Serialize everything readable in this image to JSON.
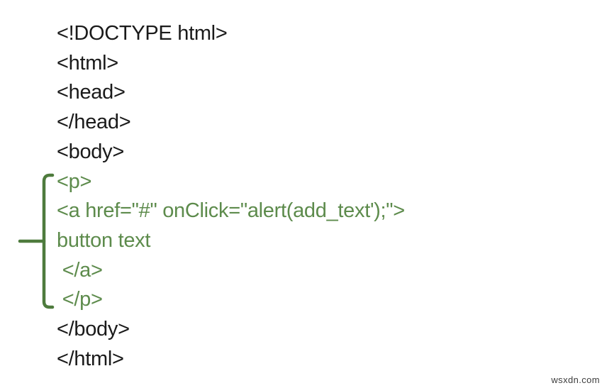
{
  "colors": {
    "background": "#ffffff",
    "code_text": "#1a1a1a",
    "highlight_green": "#5d8b4c",
    "brace_green": "#4e7b3d",
    "watermark": "#3d3d3d"
  },
  "code": {
    "lines": [
      {
        "text": "<!DOCTYPE html>",
        "color": "black"
      },
      {
        "text": "<html>",
        "color": "black"
      },
      {
        "text": "<head>",
        "color": "black"
      },
      {
        "text": "</head>",
        "color": "black"
      },
      {
        "text": "<body>",
        "color": "black"
      },
      {
        "text": "<p>",
        "color": "green"
      },
      {
        "text": "<a href=\"#\" onClick=\"alert(add_text');\">",
        "color": "green"
      },
      {
        "text": "button text",
        "color": "green"
      },
      {
        "text": " </a>",
        "color": "green"
      },
      {
        "text": " </p>",
        "color": "green"
      },
      {
        "text": "</body>",
        "color": "black"
      },
      {
        "text": "</html>",
        "color": "black"
      }
    ]
  },
  "watermark": {
    "text": "wsxdn.com"
  }
}
